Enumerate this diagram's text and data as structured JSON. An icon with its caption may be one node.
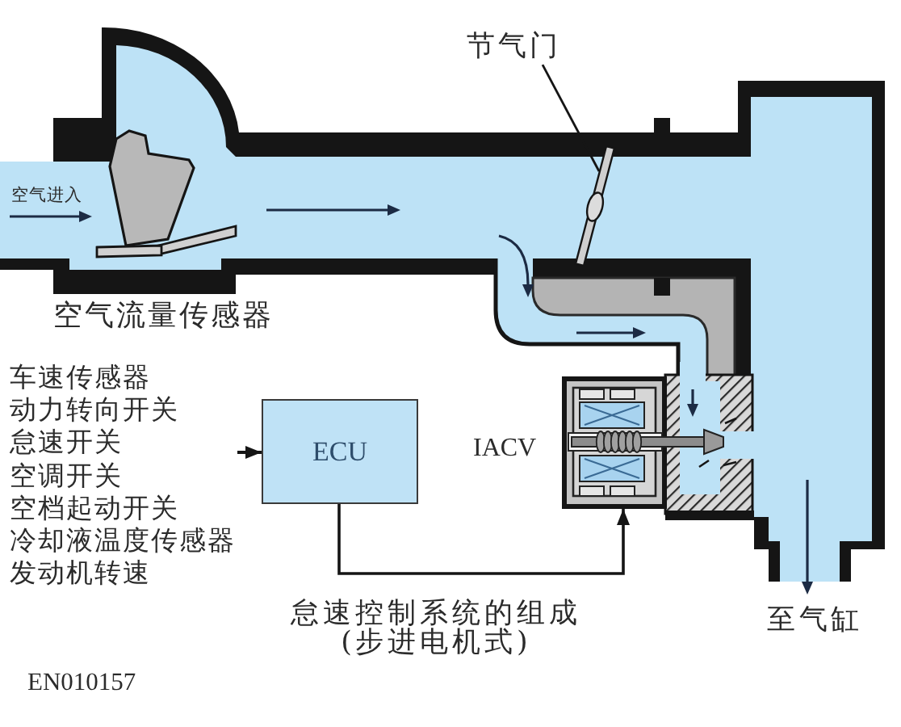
{
  "diagram": {
    "caption": "怠速控制系统的组成(步进电机式)",
    "nodes": [
      {
        "text": [
          "节气门"
        ]
      },
      {
        "text": [],
        "shape": "picture"
      },
      {
        "text": [
          "车速传感器",
          "动力转向开关",
          "怠速开关",
          "空调开关",
          "空档起动开关",
          "冷却液温度传感器",
          "发动机转速"
        ]
      },
      {
        "text": [
          "ECU"
        ]
      },
      {
        "text": [
          "IACV"
        ]
      }
    ],
    "edges": [
      {
        "from": 0,
        "to": 1,
        "arrow": "none"
      },
      {
        "from": 2,
        "to": 3,
        "arrow": "to"
      },
      {
        "from": 3,
        "to": 4,
        "arrow": "to"
      }
    ],
    "labels": [
      "空气进入",
      "空气流量传感器",
      "至气缸",
      "EN010157"
    ]
  }
}
